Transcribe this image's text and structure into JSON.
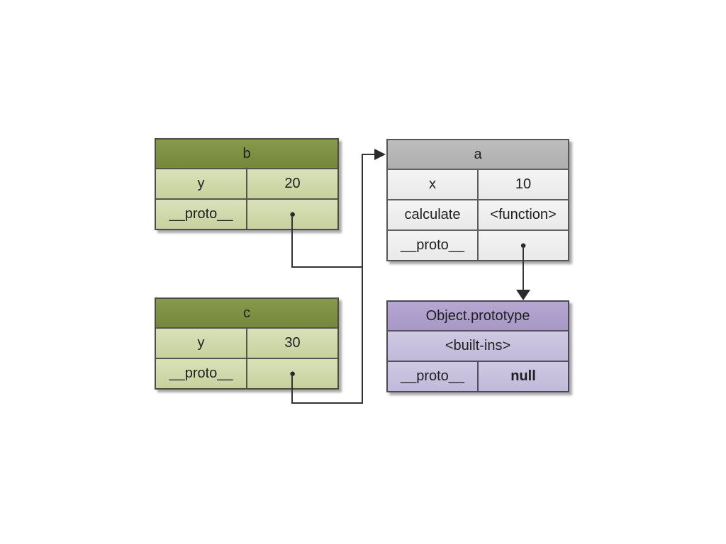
{
  "diagram": {
    "description": "JavaScript prototype chain diagram: objects b and c point to object a via __proto__; object a points to Object.prototype whose __proto__ is null"
  },
  "tables": {
    "b": {
      "title": "b",
      "rows": [
        {
          "key": "y",
          "value": "20"
        },
        {
          "key": "__proto__",
          "value": "●"
        }
      ]
    },
    "a": {
      "title": "a",
      "rows": [
        {
          "key": "x",
          "value": "10"
        },
        {
          "key": "calculate",
          "value": "<function>"
        },
        {
          "key": "__proto__",
          "value": "●"
        }
      ]
    },
    "c": {
      "title": "c",
      "rows": [
        {
          "key": "y",
          "value": "30"
        },
        {
          "key": "__proto__",
          "value": "●"
        }
      ]
    },
    "object_prototype": {
      "title": "Object.prototype",
      "span_row": "<built-ins>",
      "rows": [
        {
          "key": "__proto__",
          "value": "null"
        }
      ]
    }
  },
  "arrows": [
    {
      "name": "b-proto-to-a",
      "from": "b.__proto__",
      "to": "a"
    },
    {
      "name": "c-proto-to-a",
      "from": "c.__proto__",
      "to": "a"
    },
    {
      "name": "a-proto-to-object-prototype",
      "from": "a.__proto__",
      "to": "Object.prototype"
    }
  ],
  "colors": {
    "green_header": "#7d9144",
    "green_row": "#cfd7a6",
    "gray_header": "#b5b5b5",
    "gray_row": "#f0f0f0",
    "purple_header": "#afa2cc",
    "purple_row": "#cac4de",
    "line": "#333333",
    "background": "#ffffff"
  }
}
